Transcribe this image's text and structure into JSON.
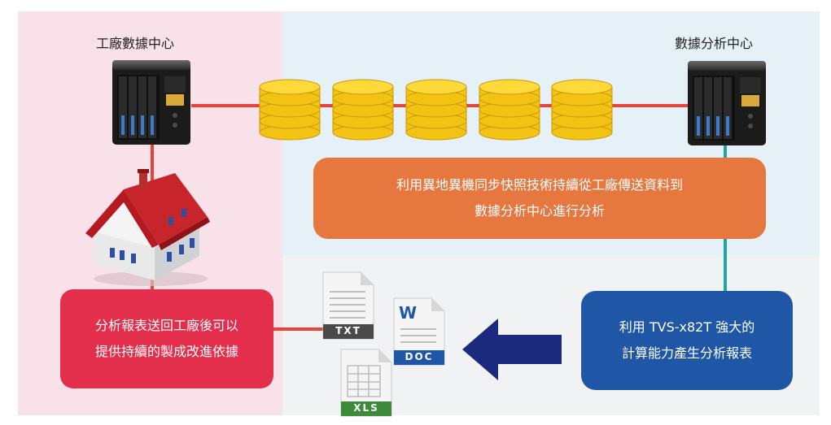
{
  "labels": {
    "factory_center": "工廠數據中心",
    "analysis_center": "數據分析中心"
  },
  "boxes": {
    "sync": [
      "利用異地異機同步快照技術持續從工廠傳送資料到",
      "數據分析中心進行分析"
    ],
    "compute": [
      "利用 TVS-x82T 強大的",
      "計算能力產生分析報表"
    ],
    "return": [
      "分析報表送回工廠後可以",
      "提供持續的製成改進依據"
    ]
  },
  "files": {
    "txt": "TXT",
    "doc": "DOC",
    "xls": "XLS",
    "word_mark": "W"
  },
  "colors": {
    "pink_panel": "#f9e1ea",
    "blue_panel": "#e6f0f7",
    "red": "#e32e4c",
    "orange": "#e5773f",
    "blue": "#1f57a6",
    "teal": "#1fa4a7",
    "gold": "#f3c313",
    "arrow": "#1b2a7c"
  },
  "icons": [
    "nas-server-icon",
    "house-icon",
    "data-stack-icon",
    "txt-file-icon",
    "doc-file-icon",
    "xls-file-icon",
    "left-arrow-icon"
  ]
}
